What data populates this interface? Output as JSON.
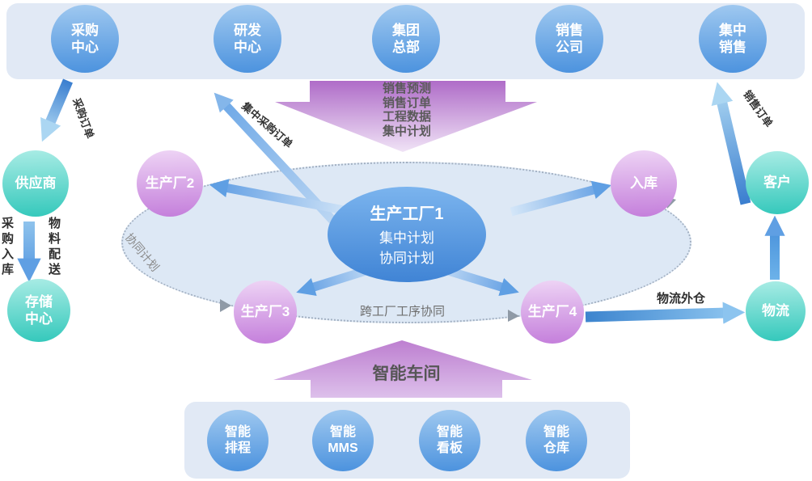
{
  "top_row": {
    "items": [
      {
        "label": "采购\n中心"
      },
      {
        "label": "研发\n中心"
      },
      {
        "label": "集团\n总部"
      },
      {
        "label": "销售\n公司"
      },
      {
        "label": "集中\n销售"
      }
    ]
  },
  "nodes": {
    "supplier": "供应商",
    "storage": "存储\n中心",
    "factory2": "生产厂2",
    "factory3": "生产厂3",
    "factory4": "生产厂4",
    "inbound": "入库",
    "customer": "客户",
    "logistics": "物流"
  },
  "hub": {
    "title": "生产工厂1",
    "plan1": "集中计划",
    "plan2": "协同计划"
  },
  "flows": {
    "purchase_order": "采购订单",
    "purchase_inbound": "采\n购\n入\n库",
    "material_delivery": "物\n料\n配\n送",
    "central_purchase_order": "集中采购订单",
    "sales_order": "销售订单",
    "collaborative_plan": "协同计划",
    "cross_factory": "跨工厂工序协同",
    "logistics_external": "物流外仓",
    "push_down_lines": "销售预测\n销售订单\n工程数据\n集中计划",
    "smart_workshop": "智能车间"
  },
  "bottom_row": {
    "items": [
      {
        "label": "智能\n排程"
      },
      {
        "label": "智能\nMMS"
      },
      {
        "label": "智能\n看板"
      },
      {
        "label": "智能\n仓库"
      }
    ]
  },
  "colors": {
    "bar_bg": "#e1e9f5",
    "blue_node_top": "#a0c9f0",
    "blue_node_bottom": "#4b92de",
    "teal_node_top": "#a9ece5",
    "teal_node_bottom": "#33c8bb",
    "purple_node_top": "#eed4f5",
    "purple_node_bottom": "#c47edb",
    "hub_top": "#7bb4ee",
    "hub_bottom": "#4084d5",
    "arrow_blue_dark": "#3a7ecf",
    "arrow_blue_light": "#aed8f3",
    "arrow_purple_dark": "#af6cc8",
    "arrow_purple_light": "#f0e3f6",
    "ellipse_bg": "#dde8f5",
    "ellipse_border": "#a2b0c2"
  }
}
